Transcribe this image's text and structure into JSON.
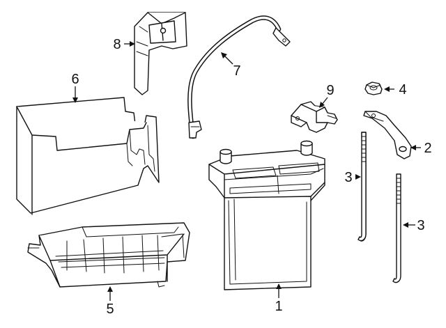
{
  "colors": {
    "line": "#111111",
    "background": "#ffffff"
  },
  "callouts": {
    "battery": "1",
    "hold_down_bracket": "2",
    "hold_down_rod_left": "3",
    "hold_down_rod_right": "3",
    "nut": "4",
    "battery_tray": "5",
    "battery_cover": "6",
    "battery_cable": "7",
    "terminal_cover": "8",
    "sensor": "9"
  }
}
